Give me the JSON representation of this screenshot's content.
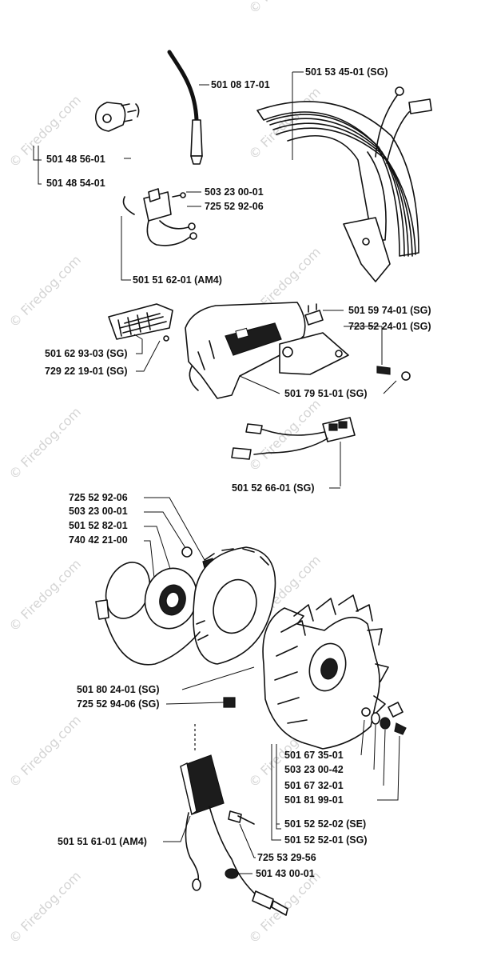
{
  "watermark": {
    "text": "© Firedog.com",
    "color": "#d4d4d4",
    "repeats": [
      {
        "id": "wm-1"
      },
      {
        "id": "wm-2"
      },
      {
        "id": "wm-3"
      },
      {
        "id": "wm-4"
      },
      {
        "id": "wm-5"
      },
      {
        "id": "wm-6"
      },
      {
        "id": "wm-7"
      },
      {
        "id": "wm-8"
      },
      {
        "id": "wm-9"
      },
      {
        "id": "wm-10"
      },
      {
        "id": "wm-11"
      },
      {
        "id": "wm-12"
      },
      {
        "id": "wm-13"
      }
    ]
  },
  "parts": {
    "p501081701": "501 08 17-01",
    "p501534501": "501 53 45-01 (SG)",
    "p501485601": "501 48 56-01",
    "p501485401": "501 48 54-01",
    "p503230001a": "503 23 00-01",
    "p725529206a": "725 52 92-06",
    "p501516201": "501 51 62-01 (AM4)",
    "p501597401": "501 59 74-01 (SG)",
    "p723522401": "723 52 24-01 (SG)",
    "p501629303": "501 62 93-03 (SG)",
    "p729221901": "729 22 19-01 (SG)",
    "p501795101": "501 79 51-01 (SG)",
    "p501526601": "501 52 66-01 (SG)",
    "p725529206b": "725 52 92-06",
    "p503230001b": "503 23 00-01",
    "p501528201": "501 52 82-01",
    "p740422100": "740 42 21-00",
    "p501802401": "501 80 24-01 (SG)",
    "p725529406": "725 52 94-06 (SG)",
    "p501673501": "501 67 35-01",
    "p503230042": "503 23 00-42",
    "p501673201": "501 67 32-01",
    "p501819901": "501 81 99-01",
    "p501525202": "501 52 52-02 (SE)",
    "p501525201": "501 52 52-01 (SG)",
    "p501516101": "501 51 61-01 (AM4)",
    "p725532956": "725 53 29-56",
    "p501430001": "501 43 00-01"
  }
}
